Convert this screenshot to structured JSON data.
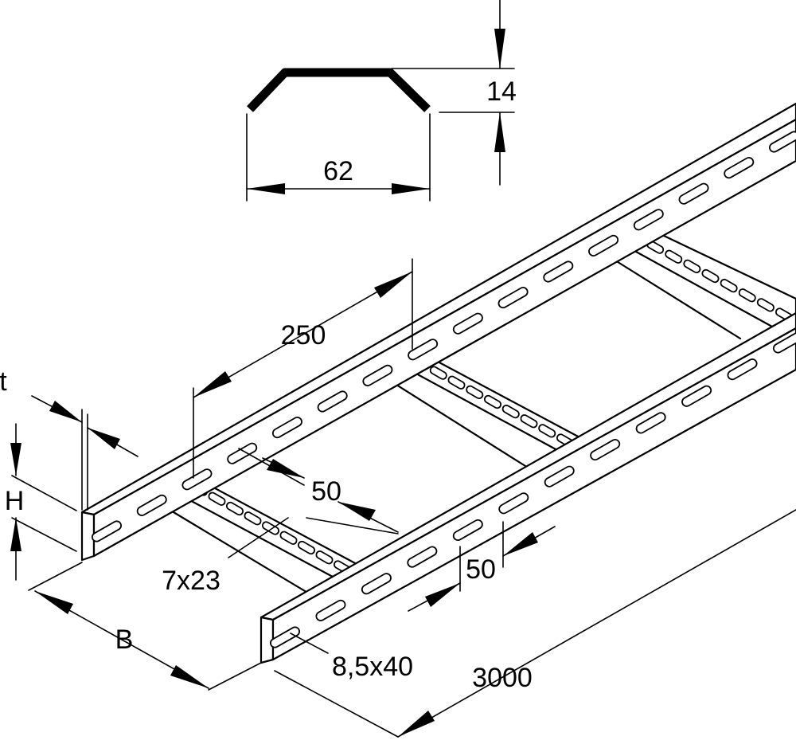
{
  "drawing": {
    "profile": {
      "width_label": "62",
      "height_label": "14"
    },
    "dimensions": {
      "rung_pitch": "250",
      "slot_pitch_rung": "50",
      "slot_pitch_rail": "50",
      "rung_slot": "7x23",
      "rail_slot": "8,5x40",
      "length": "3000",
      "width": "B",
      "height": "H",
      "thickness": "t"
    }
  }
}
